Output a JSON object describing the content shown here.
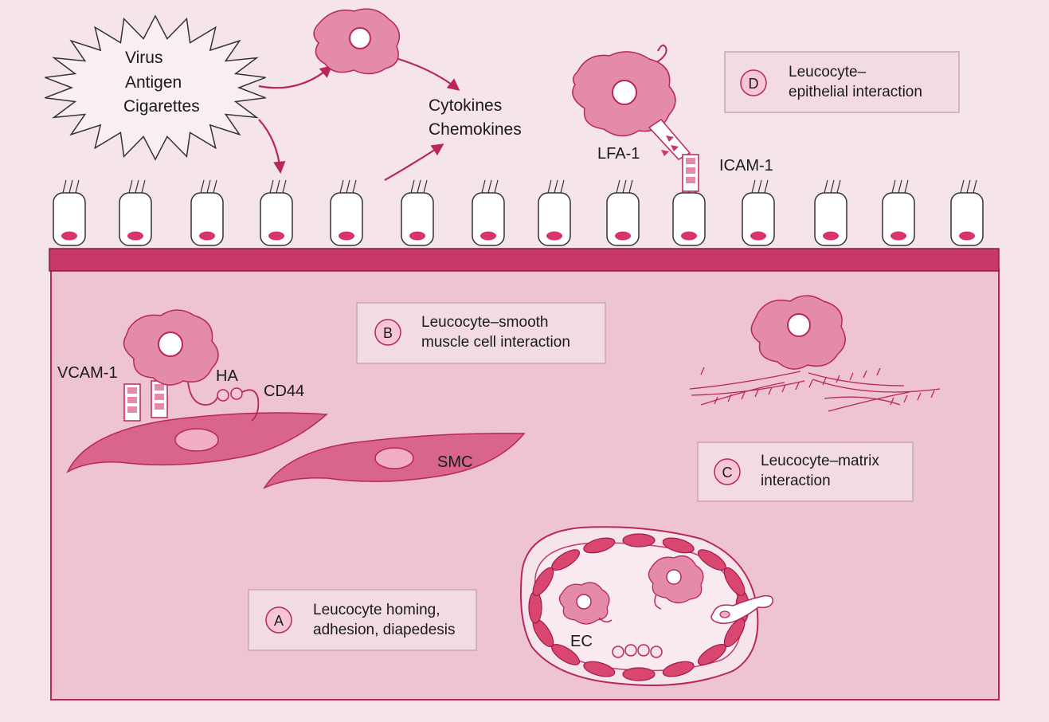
{
  "colors": {
    "page_bg": "#f6e4ec",
    "tissue_bg": "#eec3d3",
    "membrane": "#c9386a",
    "cell_fill": "#e48aaa",
    "cell_stroke": "#b8275a",
    "nucleus": "#d8336a",
    "text": "#1a1a1a",
    "box_bg": "#f3dbe4"
  },
  "stimulus": {
    "lines": [
      "Virus",
      "Antigen",
      "Cigarettes"
    ],
    "icon": "starburst-icon"
  },
  "mediators": {
    "lines": [
      "Cytokines",
      "Chemokines"
    ]
  },
  "molecules": {
    "lfa1": "LFA-1",
    "icam1": "ICAM-1",
    "vcam1": "VCAM-1",
    "ha": "HA",
    "cd44": "CD44",
    "smc": "SMC",
    "ec": "EC"
  },
  "interactions": {
    "a": {
      "letter": "A",
      "lines": [
        "Leucocyte homing,",
        "adhesion, diapedesis"
      ]
    },
    "b": {
      "letter": "B",
      "lines": [
        "Leucocyte–smooth",
        "muscle cell interaction"
      ]
    },
    "c": {
      "letter": "C",
      "lines": [
        "Leucocyte–matrix",
        "interaction"
      ]
    },
    "d": {
      "letter": "D",
      "lines": [
        "Leucocyte–",
        "epithelial interaction"
      ]
    }
  }
}
